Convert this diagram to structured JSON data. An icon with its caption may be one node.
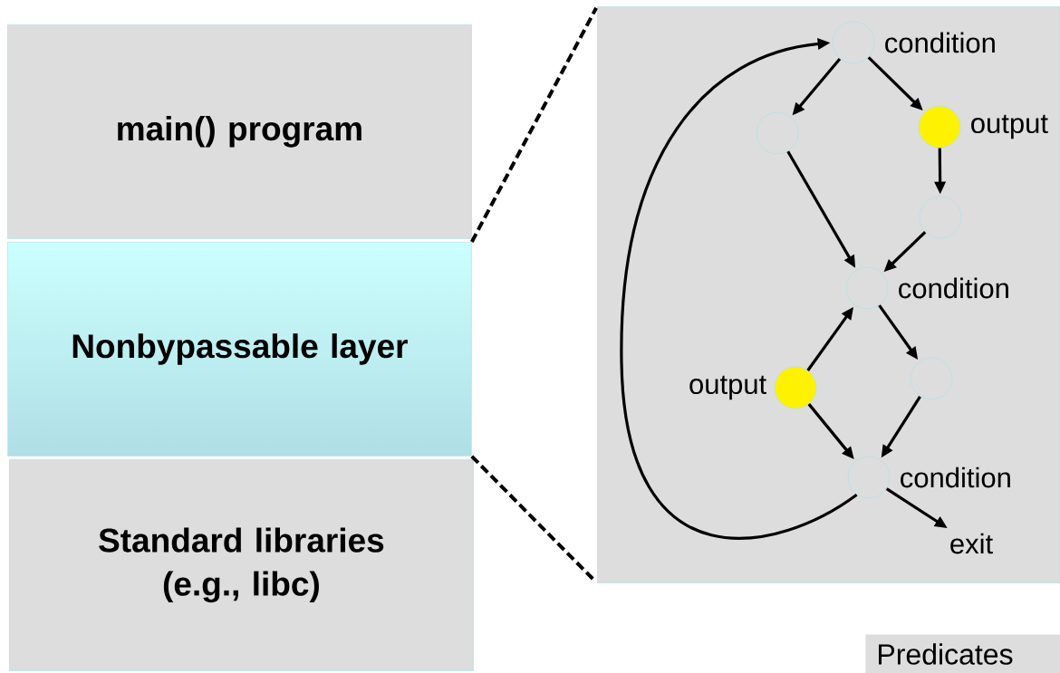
{
  "diagram": {
    "nodes": [
      {
        "text": [
          "main() program"
        ]
      },
      {
        "text": [
          "Nonbypassable layer"
        ]
      },
      {
        "text": [
          "Standard libraries (e.g., libc)"
        ]
      },
      {
        "text": [],
        "shape": "box"
      },
      {
        "text": [],
        "shape": "circle",
        "in": 3,
        "beside": [
          "condition"
        ]
      },
      {
        "text": [],
        "shape": "circle",
        "in": 3
      },
      {
        "text": [],
        "shape": "circle",
        "in": 3,
        "beside": [
          "output"
        ]
      },
      {
        "text": [],
        "shape": "circle",
        "in": 3
      },
      {
        "text": [],
        "shape": "circle",
        "in": 3,
        "beside": [
          "condition"
        ]
      },
      {
        "text": [],
        "shape": "circle",
        "in": 3,
        "beside": [
          "output"
        ]
      },
      {
        "text": [],
        "shape": "circle",
        "in": 3
      },
      {
        "text": [],
        "shape": "circle",
        "in": 3,
        "beside": [
          "condition"
        ]
      },
      {
        "text": [
          "exit"
        ],
        "in": 3
      },
      {
        "text": [
          "Predicates"
        ]
      }
    ],
    "edges": [
      {
        "from": 1,
        "to": 3,
        "arrow": "none",
        "style": "dashed"
      },
      {
        "from": 1,
        "to": 3,
        "arrow": "none",
        "style": "dashed"
      },
      {
        "from": 4,
        "to": 5,
        "arrow": "to"
      },
      {
        "from": 4,
        "to": 6,
        "arrow": "to"
      },
      {
        "from": 6,
        "to": 7,
        "arrow": "to"
      },
      {
        "from": 5,
        "to": 8,
        "arrow": "to"
      },
      {
        "from": 7,
        "to": 8,
        "arrow": "to"
      },
      {
        "from": 9,
        "to": 8,
        "arrow": "to"
      },
      {
        "from": 8,
        "to": 10,
        "arrow": "to"
      },
      {
        "from": 9,
        "to": 11,
        "arrow": "to"
      },
      {
        "from": 10,
        "to": 11,
        "arrow": "to"
      },
      {
        "from": 11,
        "to": 12,
        "arrow": "to"
      },
      {
        "from": 11,
        "to": 4,
        "arrow": "to"
      }
    ]
  }
}
